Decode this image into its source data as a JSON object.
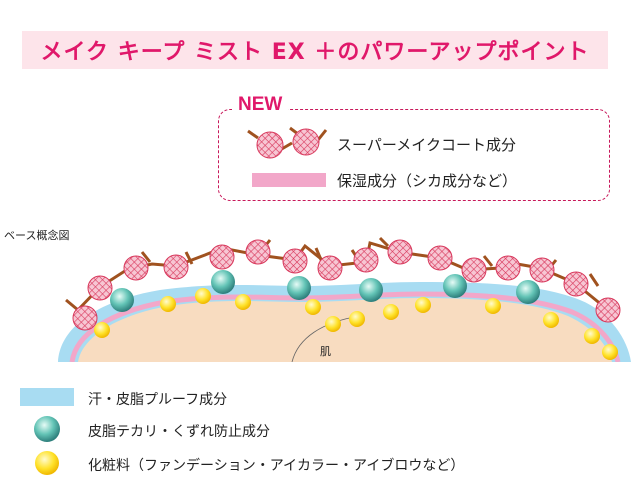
{
  "title": "メイク キープ ミスト EX ＋のパワーアップポイント",
  "new_box": {
    "badge": "NEW",
    "items": [
      {
        "label": "スーパーメイクコート成分"
      },
      {
        "label": "保湿成分（シカ成分など）"
      }
    ]
  },
  "diagram": {
    "base_label": "ベース概念図",
    "skin_label": "肌"
  },
  "bottom_legend": [
    {
      "label": "汗・皮脂プルーフ成分"
    },
    {
      "label": "皮脂テカリ・くずれ防止成分"
    },
    {
      "label": "化粧料（ファンデーション・アイカラー・アイブロウなど）"
    }
  ],
  "colors": {
    "title_pink": "#e0186a",
    "title_bg": "#fde4ea",
    "moisture_band": "#f2a7c9",
    "sweat_layer": "#a8dcf2",
    "skin": "#f8dcc0",
    "teal_particle": "#3fa8a0",
    "yellow_particle": "#ffe000",
    "coat_ball": "#f3b8c8",
    "coat_link": "#a0521f"
  }
}
